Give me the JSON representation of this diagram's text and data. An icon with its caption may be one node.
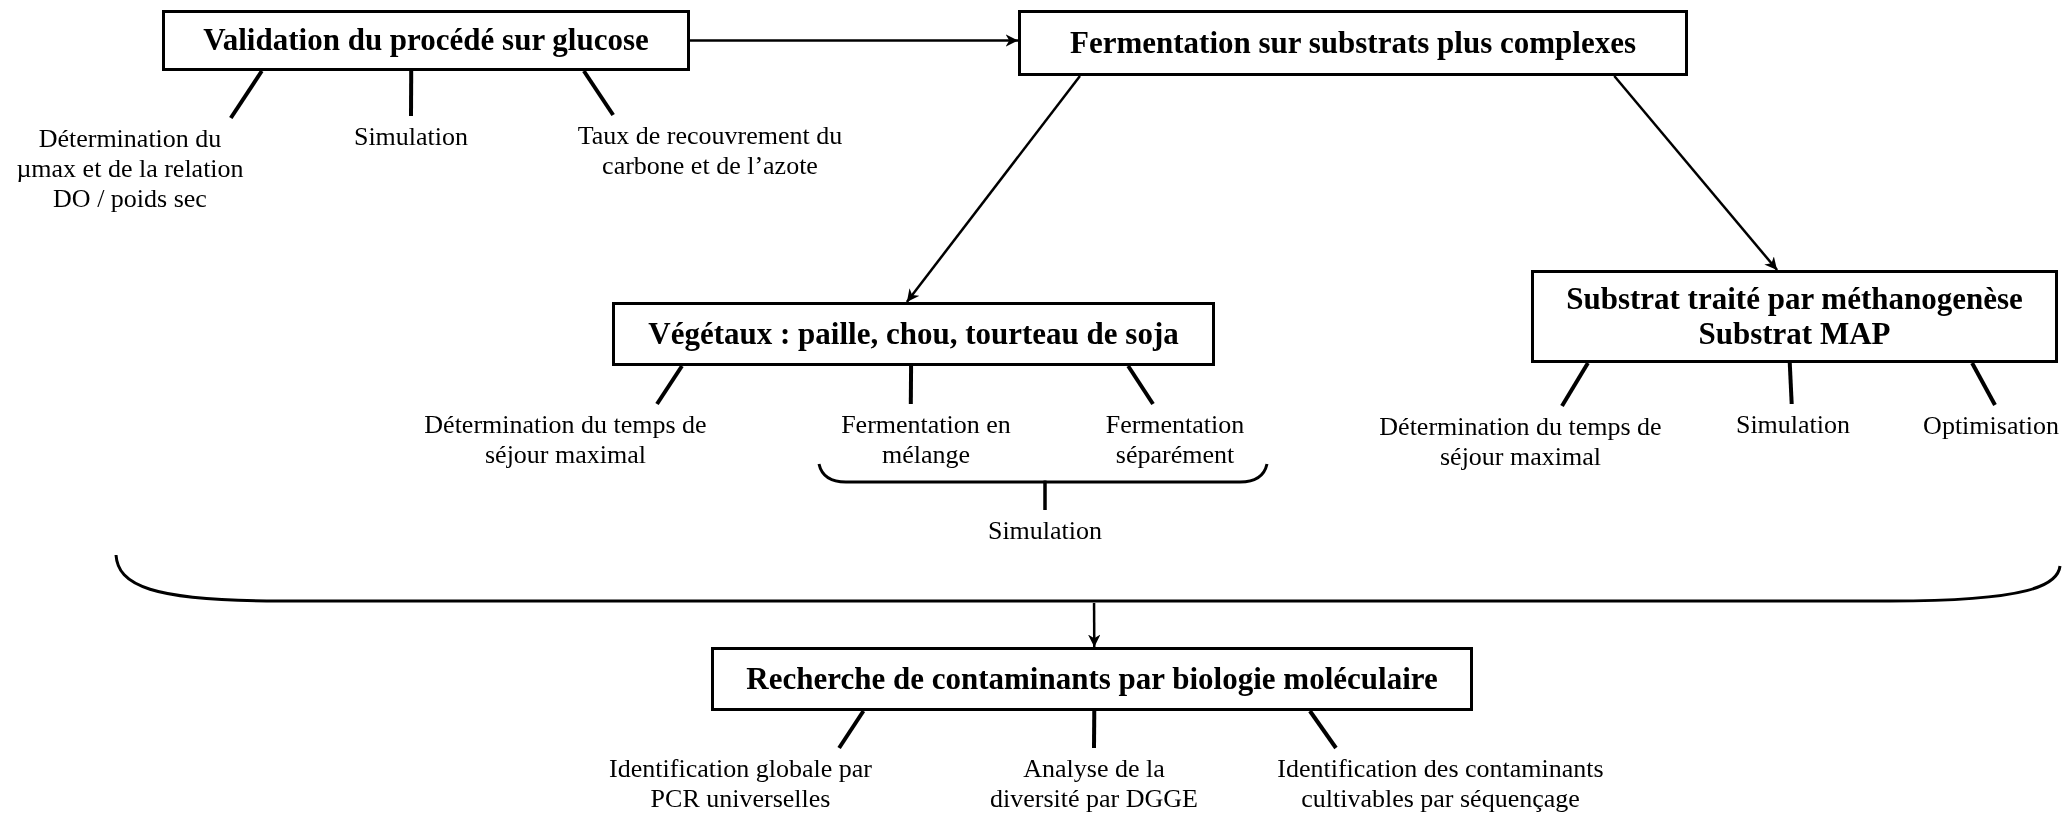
{
  "diagram": {
    "nodes": [
      {
        "text": [
          "Validation du procédé sur glucose"
        ]
      },
      {
        "text": [
          "Détermination du µmax et de la relation DO / poids sec"
        ]
      },
      {
        "text": [
          "Simulation"
        ]
      },
      {
        "text": [
          "Taux de recouvrement du carbone et de l’azote"
        ]
      },
      {
        "text": [
          "Fermentation sur substrats plus complexes"
        ]
      },
      {
        "text": [
          "Végétaux : paille, chou, tourteau de soja"
        ]
      },
      {
        "text": [
          "Détermination du temps de séjour maximal"
        ]
      },
      {
        "text": [
          "Fermentation en mélange"
        ]
      },
      {
        "text": [
          "Fermentation séparément"
        ]
      },
      {
        "text": [
          "Simulation"
        ]
      },
      {
        "text": [
          "Substrat traité par méthanogenèse",
          "Substrat MAP"
        ]
      },
      {
        "text": [
          "Détermination du temps de séjour maximal"
        ]
      },
      {
        "text": [
          "Simulation"
        ]
      },
      {
        "text": [
          "Optimisation"
        ]
      },
      {
        "text": [],
        "shape": "bracket"
      },
      {
        "text": [
          "Recherche de contaminants par biologie moléculaire"
        ]
      },
      {
        "text": [
          "Identification globale par PCR universelles"
        ]
      },
      {
        "text": [
          "Analyse de la diversité par DGGE"
        ]
      },
      {
        "text": [
          "Identification des contaminants cultivables par séquençage"
        ]
      }
    ],
    "edges": [
      {
        "from": 0,
        "to": 4,
        "arrow": "to"
      },
      {
        "from": 0,
        "to": 1,
        "arrow": "none"
      },
      {
        "from": 0,
        "to": 2,
        "arrow": "none"
      },
      {
        "from": 0,
        "to": 3,
        "arrow": "none"
      },
      {
        "from": 4,
        "to": 5,
        "arrow": "to"
      },
      {
        "from": 4,
        "to": 10,
        "arrow": "to"
      },
      {
        "from": 5,
        "to": 6,
        "arrow": "none"
      },
      {
        "from": 5,
        "to": 7,
        "arrow": "none"
      },
      {
        "from": 5,
        "to": 8,
        "arrow": "none"
      },
      {
        "from": 7,
        "to": 9,
        "arrow": "none"
      },
      {
        "from": 8,
        "to": 9,
        "arrow": "none"
      },
      {
        "from": 10,
        "to": 11,
        "arrow": "none"
      },
      {
        "from": 10,
        "to": 12,
        "arrow": "none"
      },
      {
        "from": 10,
        "to": 13,
        "arrow": "none"
      },
      {
        "from": 14,
        "to": 15,
        "arrow": "to"
      },
      {
        "from": 15,
        "to": 16,
        "arrow": "none"
      },
      {
        "from": 15,
        "to": 17,
        "arrow": "none"
      },
      {
        "from": 15,
        "to": 18,
        "arrow": "none"
      }
    ]
  }
}
